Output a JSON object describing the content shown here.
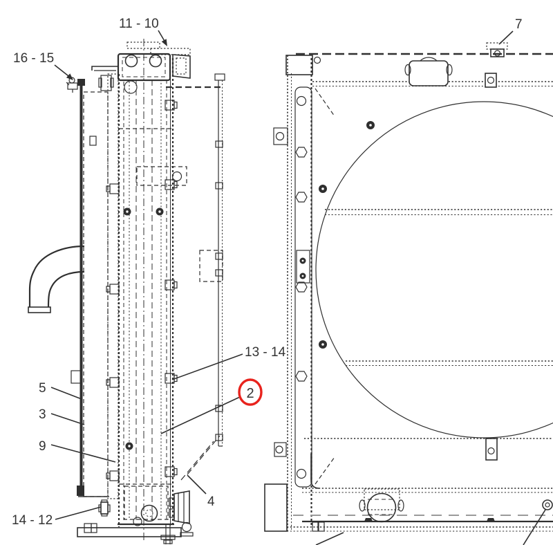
{
  "callouts": {
    "c16_15": {
      "label": "16 - 15"
    },
    "c11_10": {
      "label": "11 - 10"
    },
    "c7": {
      "label": "7"
    },
    "c13_14": {
      "label": "13 - 14"
    },
    "c2": {
      "label": "2"
    },
    "c5": {
      "label": "5"
    },
    "c3": {
      "label": "3"
    },
    "c9": {
      "label": "9"
    },
    "c4": {
      "label": "4"
    },
    "c14_12": {
      "label": "14 - 12"
    }
  },
  "colors": {
    "line": "#2f2f2f",
    "label_text": "#333333",
    "highlight": "#e8231d",
    "background": "#ffffff"
  }
}
